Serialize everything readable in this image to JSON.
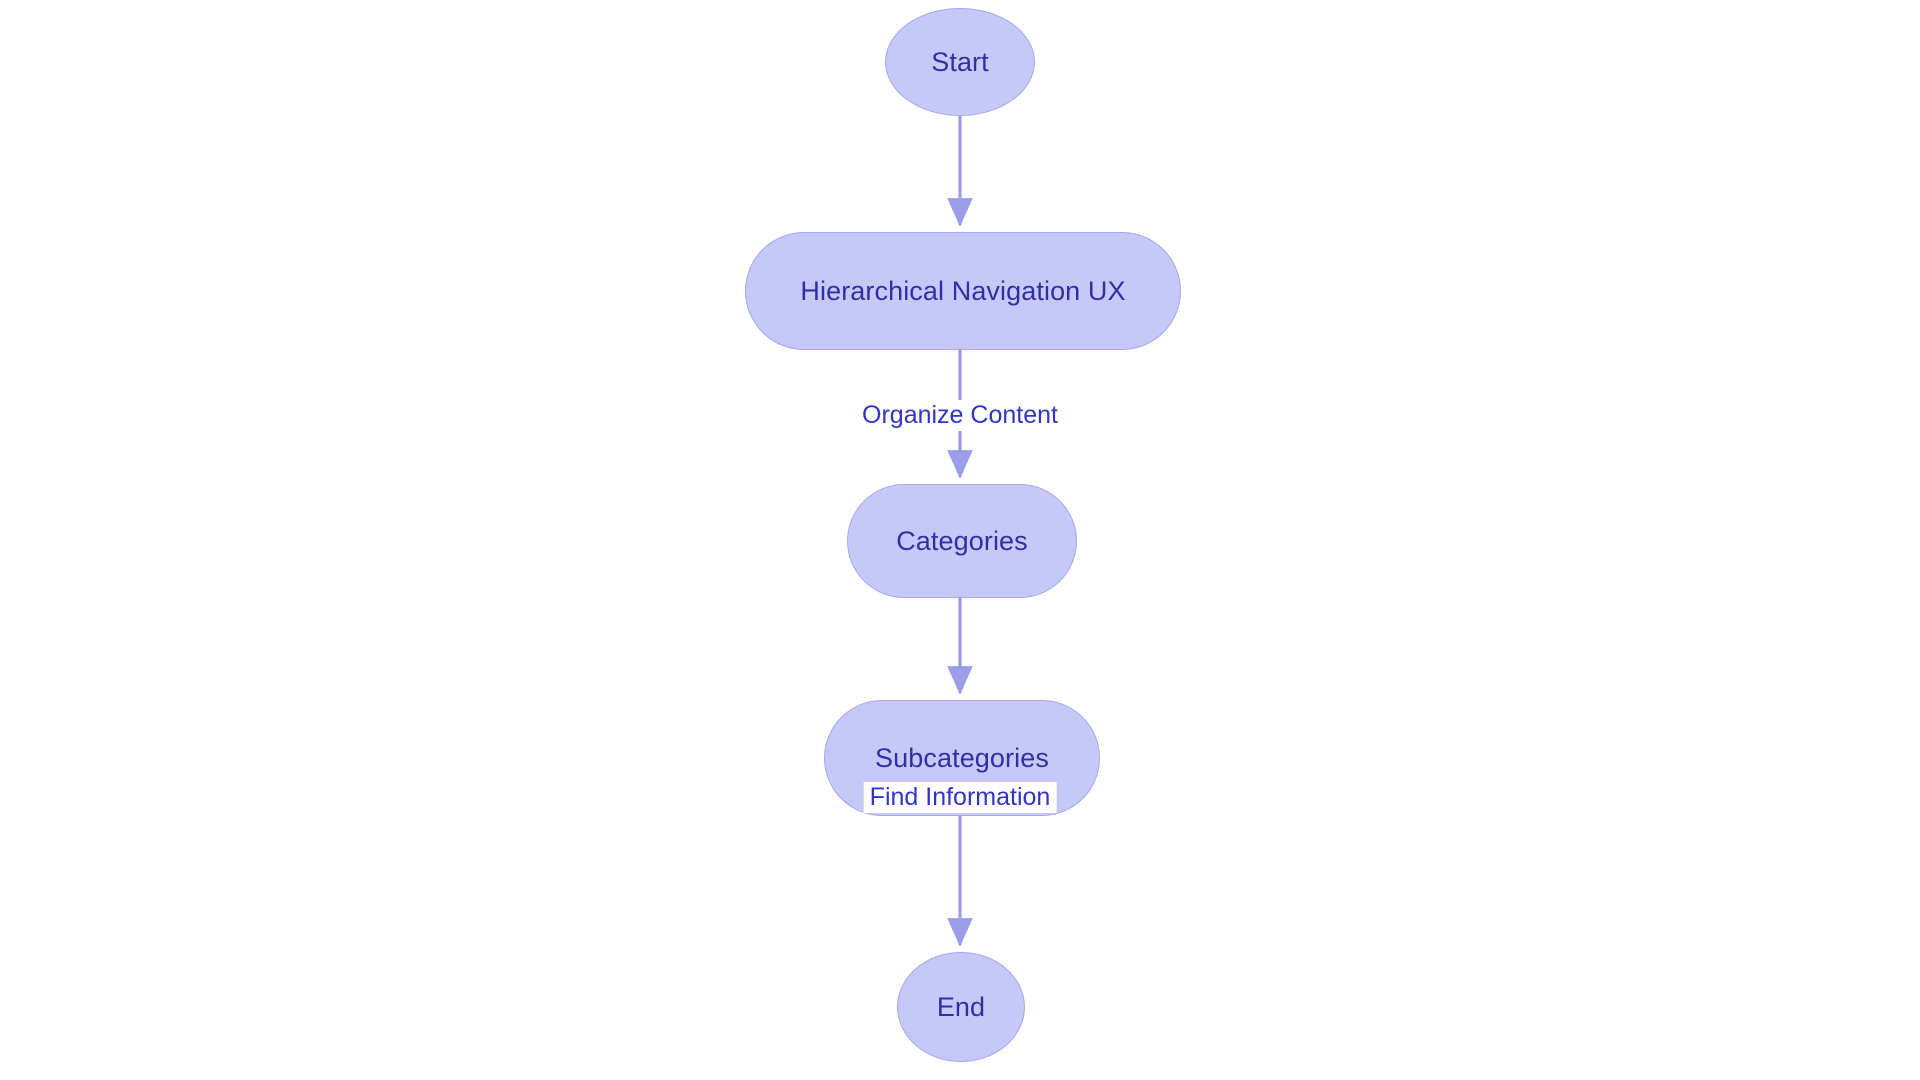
{
  "diagram": {
    "type": "flowchart",
    "orientation": "top-to-bottom",
    "title": "Hierarchical Navigation UX flow",
    "colors": {
      "node_fill": "#c6c8f8",
      "node_stroke": "#a5a8ef",
      "node_text": "#2f2fa8",
      "edge_stroke": "#9a9de8",
      "edge_label_text": "#3333cc",
      "background": "#ffffff"
    },
    "nodes": [
      {
        "id": "start",
        "label": "Start",
        "shape": "ellipse"
      },
      {
        "id": "hier",
        "label": "Hierarchical Navigation UX",
        "shape": "stadium"
      },
      {
        "id": "categories",
        "label": "Categories",
        "shape": "stadium"
      },
      {
        "id": "subcategories",
        "label": "Subcategories",
        "shape": "stadium"
      },
      {
        "id": "end",
        "label": "End",
        "shape": "ellipse"
      }
    ],
    "edges": [
      {
        "id": "e1",
        "from": "start",
        "to": "hier",
        "label": ""
      },
      {
        "id": "e2",
        "from": "hier",
        "to": "categories",
        "label": "Organize Content"
      },
      {
        "id": "e3",
        "from": "categories",
        "to": "subcategories",
        "label": ""
      },
      {
        "id": "e4",
        "from": "subcategories",
        "to": "end",
        "label": "Find Information"
      }
    ]
  }
}
